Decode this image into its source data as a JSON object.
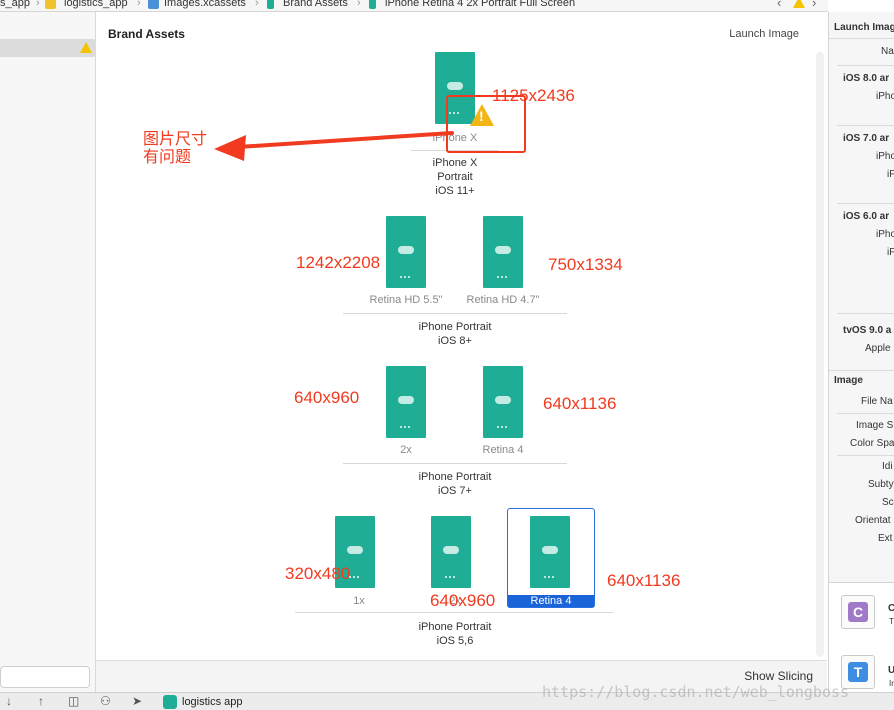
{
  "breadcrumb": {
    "items": [
      "s_app",
      "logistics_app",
      "Images.xcassets",
      "Brand Assets",
      "iPhone Retina 4 2x Portrait Full Screen"
    ],
    "separator": "›"
  },
  "editor": {
    "title": "Brand Assets",
    "right_label": "Launch Image",
    "show_slicing": "Show Slicing"
  },
  "groups": [
    {
      "lines": [
        "iPhone X",
        "Portrait",
        "iOS 11+"
      ],
      "slots": [
        {
          "label": "iPhone X"
        }
      ]
    },
    {
      "lines": [
        "iPhone Portrait",
        "iOS 8+"
      ],
      "slots": [
        {
          "label": "Retina HD 5.5\""
        },
        {
          "label": "Retina HD 4.7\""
        }
      ]
    },
    {
      "lines": [
        "iPhone Portrait",
        "iOS 7+"
      ],
      "slots": [
        {
          "label": "2x"
        },
        {
          "label": "Retina 4"
        }
      ]
    },
    {
      "lines": [
        "iPhone Portrait",
        "iOS 5,6"
      ],
      "slots": [
        {
          "label": "1x"
        },
        {
          "label": "2x"
        },
        {
          "label": "Retina 4",
          "selected": true
        }
      ]
    }
  ],
  "annotations": {
    "note_cn_line1": "图片尺寸",
    "note_cn_line2": "有问题",
    "size_iphonex": "1125x2436",
    "size_55": "1242x2208",
    "size_47": "750x1334",
    "size_2x_ios7": "640x960",
    "size_r4_ios7": "640x1136",
    "size_1x_ios56": "320x480",
    "size_2x_ios56": "640x960",
    "size_r4_ios56": "640x1136",
    "color": "#f13a1f"
  },
  "inspector": {
    "header": "Launch Imag",
    "rows": [
      {
        "text": "Na"
      },
      {
        "text": "iOS 8.0 ar",
        "bold": true
      },
      {
        "text": "iPho"
      },
      {
        "text": "iOS 7.0 ar",
        "bold": true
      },
      {
        "text": "iPho"
      },
      {
        "text": "iF"
      },
      {
        "text": "iOS 6.0 ar",
        "bold": true
      },
      {
        "text": "iPho"
      },
      {
        "text": "iF"
      },
      {
        "text": "tvOS 9.0 a",
        "bold": true
      },
      {
        "text": "Apple"
      },
      {
        "text": "Image",
        "bold": true
      },
      {
        "text": "File Na"
      },
      {
        "text": "Image S"
      },
      {
        "text": "Color Spa"
      },
      {
        "text": "Idi"
      },
      {
        "text": "Subty"
      },
      {
        "text": "Sc"
      },
      {
        "text": "Orientat"
      },
      {
        "text": "Ext"
      }
    ],
    "library": [
      {
        "icon_letter": "C",
        "title": "C",
        "sub": "T",
        "color": "#a07ac8"
      },
      {
        "icon_letter": "T",
        "title": "U",
        "sub": "Ir",
        "color": "#3f8de0"
      }
    ]
  },
  "statusbar": {
    "scheme": "logistics app"
  },
  "watermark": "https://blog.csdn.net/web_longboss"
}
